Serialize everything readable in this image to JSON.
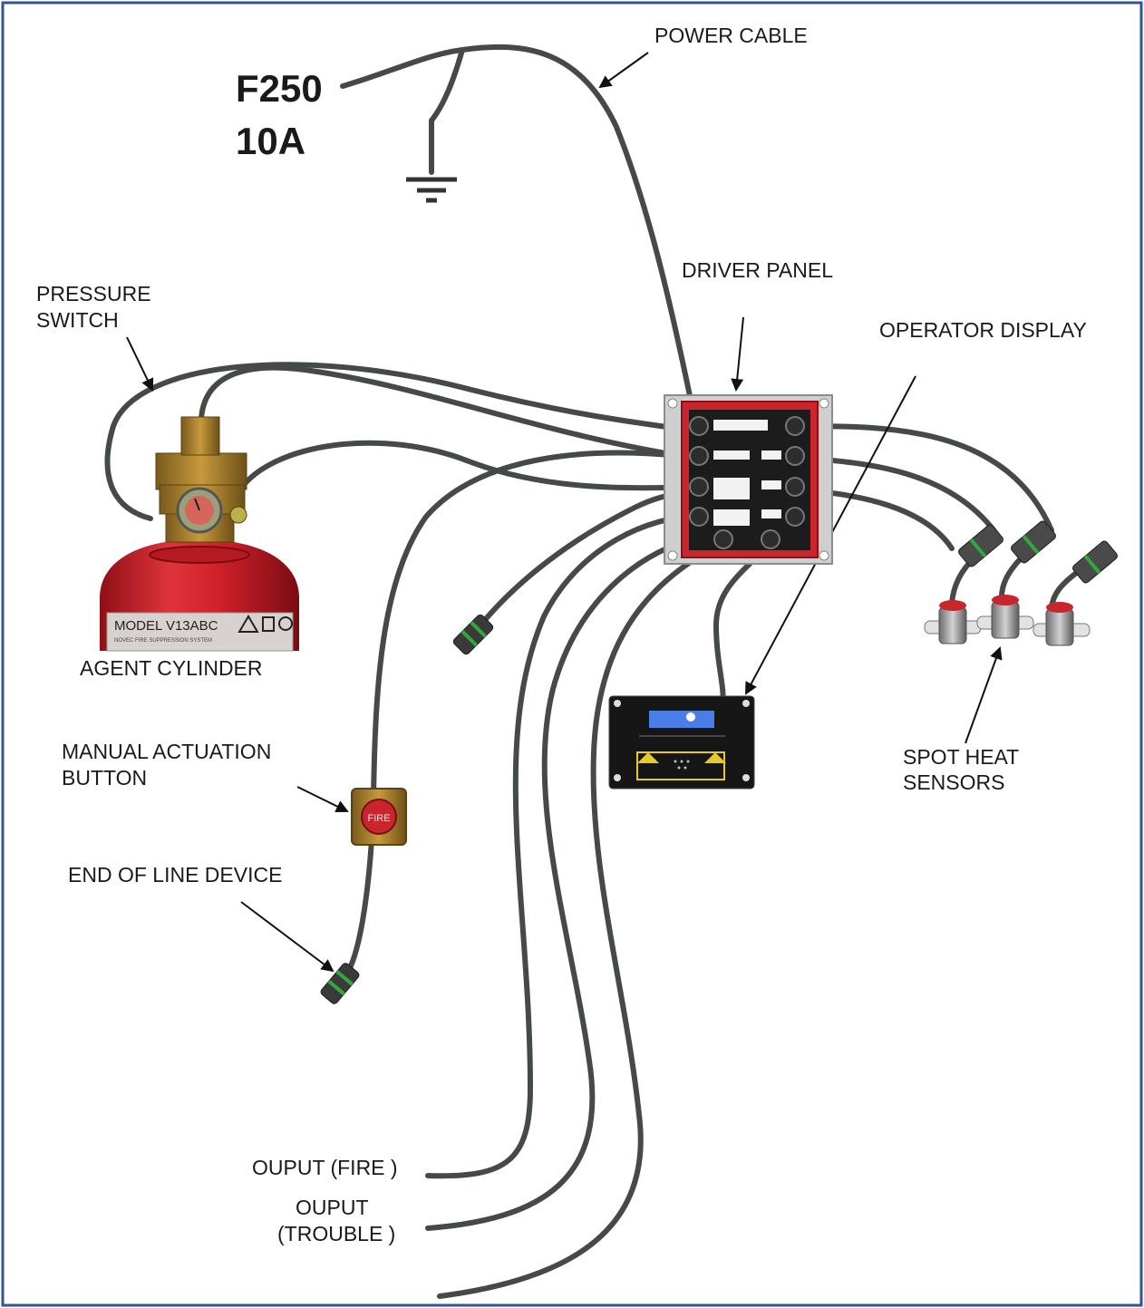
{
  "fuse": {
    "line1": "F250",
    "line2": "10A"
  },
  "labels": {
    "power_cable": "POWER CABLE",
    "driver_panel": "DRIVER PANEL",
    "pressure_switch_1": "PRESSURE",
    "pressure_switch_2": "SWITCH",
    "operator_display": "OPERATOR DISPLAY",
    "agent_cylinder": "AGENT CYLINDER",
    "manual_1": "MANUAL ACTUATION",
    "manual_2": "BUTTON",
    "end_of_line": "END OF LINE DEVICE",
    "spot_heat_1": "SPOT HEAT",
    "spot_heat_2": "SENSORS",
    "output_fire": "OUPUT (FIRE )",
    "output_trouble_1": "OUPUT",
    "output_trouble_2": "(TROUBLE )"
  },
  "cylinder": {
    "model": "MODEL V13ABC",
    "color": "#d0202a"
  },
  "button": {
    "text": "FIRE"
  },
  "colors": {
    "frame": "#2f5597",
    "cable": "#454a47",
    "panel_red": "#c9252c",
    "connector_green": "#2faa3a",
    "display_yellow": "#e7c92a"
  }
}
